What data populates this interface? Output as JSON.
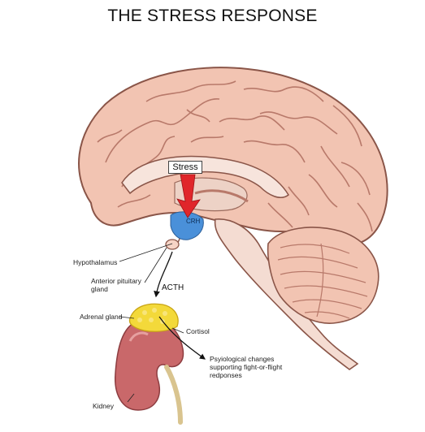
{
  "title": "THE STRESS RESPONSE",
  "labels": {
    "stress": "Stress",
    "crh": "CRH",
    "acth": "ACTH",
    "hypothalamus": "Hypothalamus",
    "anterior_pituitary": "Anterior pituitary gland",
    "adrenal_gland": "Adrenal gland",
    "cortisol": "Cortisol",
    "physiological": "Psyiological changes supporting fight-or-flight redponses",
    "kidney": "Kidney"
  },
  "colors": {
    "brain_fill": "#f2c4b2",
    "brain_stroke": "#8a5548",
    "hypothalamus_blue": "#4a90d9",
    "stress_arrow_red": "#e0262b",
    "adrenal_yellow": "#f3d93a",
    "kidney_red": "#c9686a",
    "ureter_tan": "#d9c48f"
  }
}
